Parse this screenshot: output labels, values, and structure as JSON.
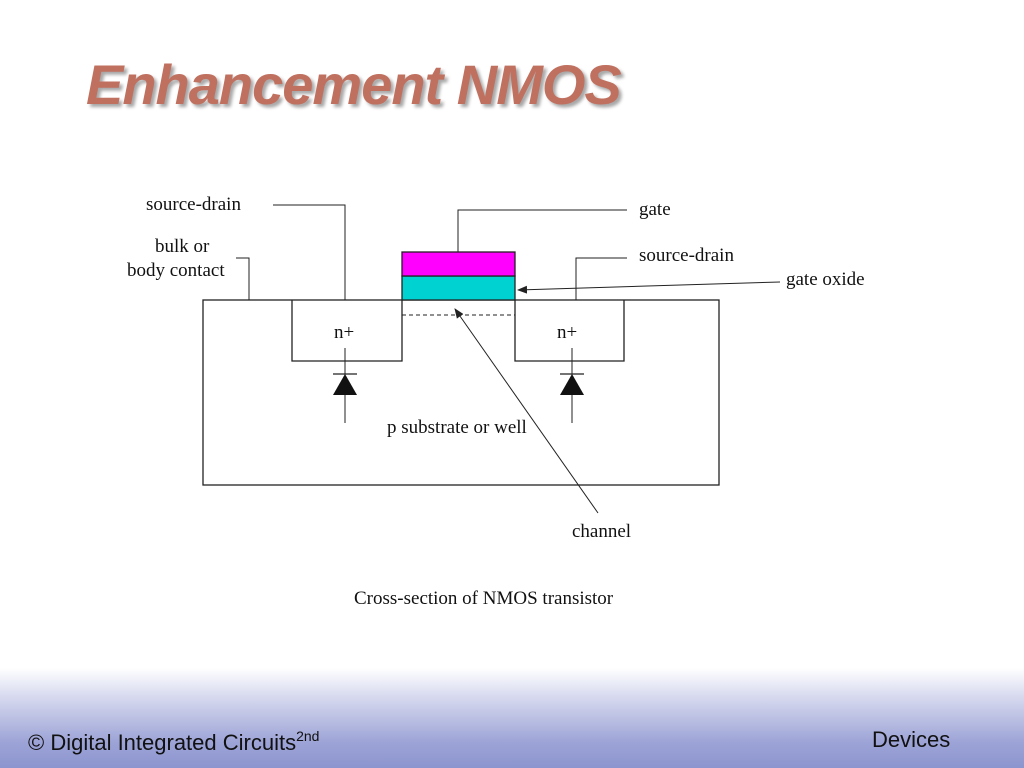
{
  "slide": {
    "title": "Enhancement NMOS"
  },
  "diagram": {
    "labels": {
      "source_drain_left": "source-drain",
      "bulk_line1": "bulk or",
      "bulk_line2": "body contact",
      "gate": "gate",
      "source_drain_right": "source-drain",
      "gate_oxide": "gate oxide",
      "n_plus_left": "n+",
      "n_plus_right": "n+",
      "substrate": "p substrate or well",
      "channel": "channel"
    },
    "caption": "Cross-section of NMOS transistor",
    "colors": {
      "gate": "#ff00ff",
      "gate_oxide": "#00d2d2",
      "outline": "#222222"
    }
  },
  "footer": {
    "left_text": "© Digital Integrated Circuits",
    "left_superscript": "2nd",
    "right_text": "Devices",
    "gradient_color": "#8d95cf"
  }
}
